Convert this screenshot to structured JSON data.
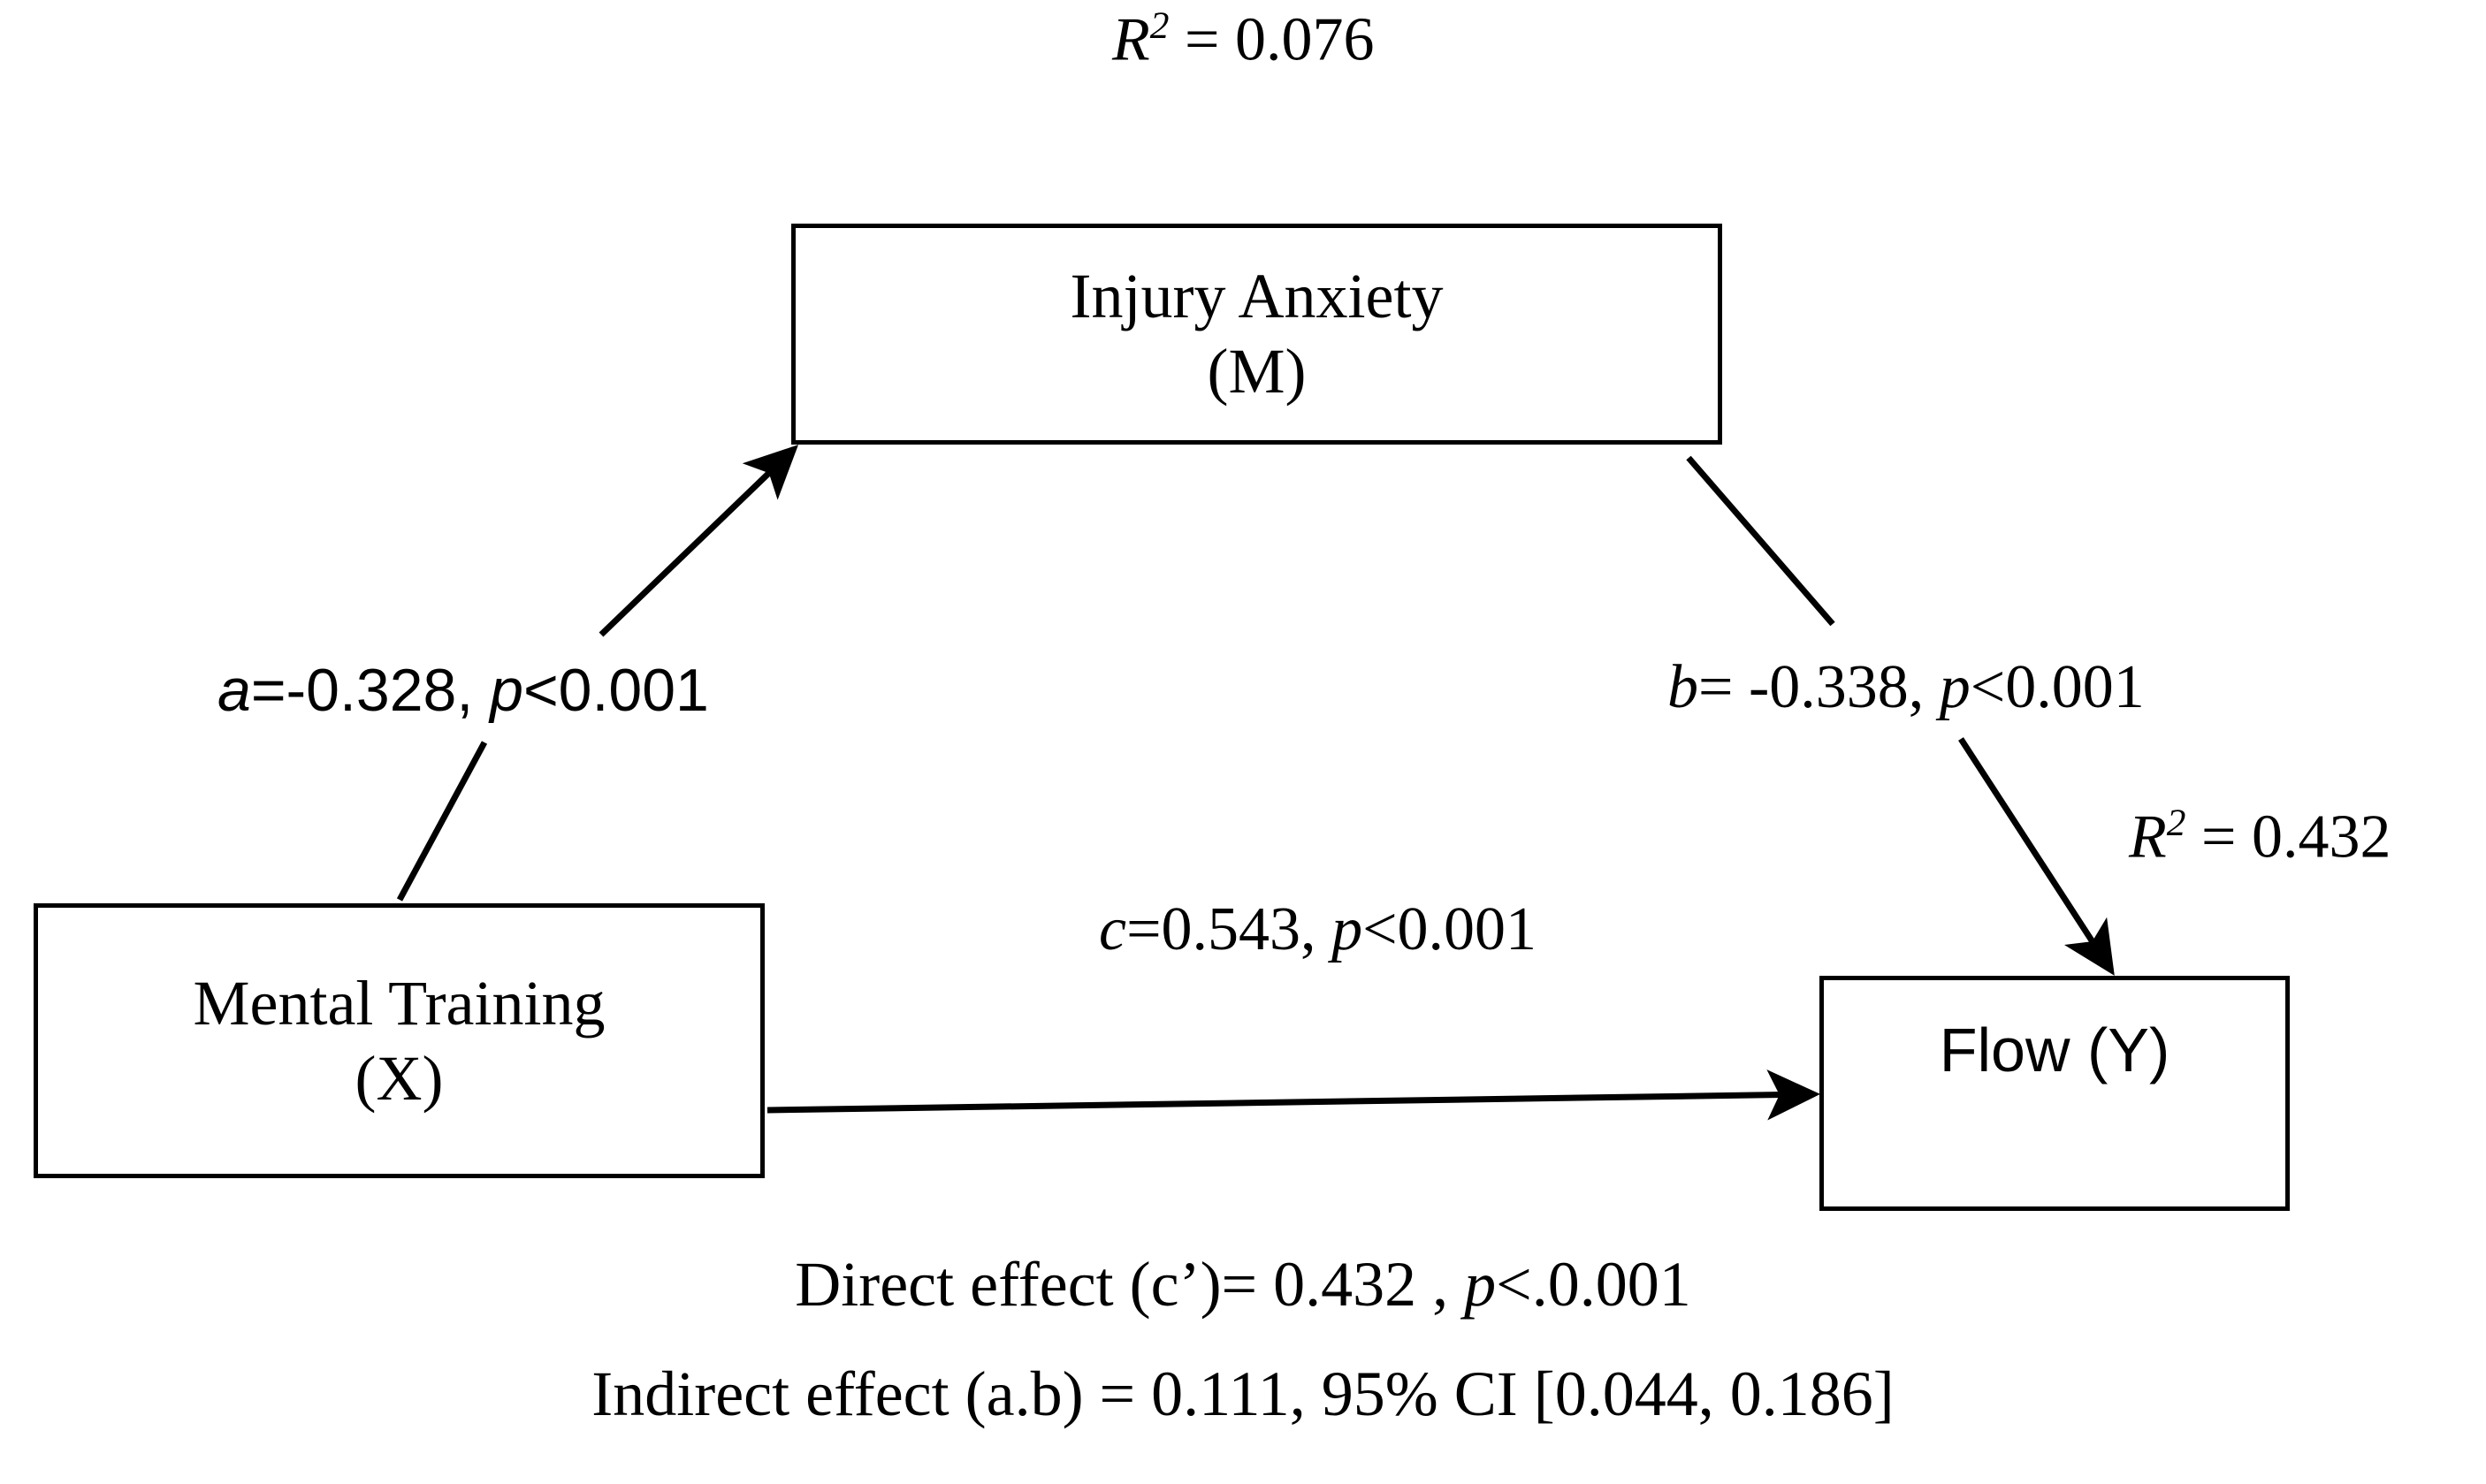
{
  "figure": {
    "type": "mediation-path-diagram",
    "background_color": "#ffffff",
    "line_color": "#000000"
  },
  "nodes": {
    "mediator": {
      "label_line1": "Injury Anxiety",
      "label_line2": "(M)",
      "variable_role": "M"
    },
    "predictor": {
      "label_line1": "Mental Training",
      "label_line2": "(X)",
      "variable_role": "X"
    },
    "outcome": {
      "label_line1": "Flow (Y)",
      "variable_role": "Y"
    }
  },
  "paths": {
    "a": {
      "coef_symbol": "a",
      "text_before": "=-0.328, ",
      "p_symbol": "p",
      "p_text": "<0.001",
      "full_text": "a=-0.328, p<0.001"
    },
    "b": {
      "coef_symbol": "b",
      "text_before": "= -0.338, ",
      "p_symbol": "p",
      "p_text": "<0.001",
      "full_text": "b= -0.338, p<0.001"
    },
    "c": {
      "coef_symbol": "c",
      "text_before": "=0.543, ",
      "p_symbol": "p",
      "p_text": "<0.001",
      "full_text": "c=0.543, p<0.001"
    }
  },
  "r_squared": {
    "mediator": {
      "symbol": "R",
      "exponent": "2",
      "value_text": " = 0.076",
      "full_text": "R2 = 0.076"
    },
    "outcome": {
      "symbol": "R",
      "exponent": "2",
      "value_text": " = 0.432",
      "full_text": "R2 = 0.432"
    }
  },
  "effects": {
    "direct": {
      "prefix": "Direct effect (c’)= 0.432 , ",
      "p_symbol": "p",
      "suffix": "<.0.001",
      "full_text": "Direct effect (c’)= 0.432 , p<.0.001"
    },
    "indirect": {
      "full_text": "Indirect effect (a.b) = 0.111, 95% CI [0.044, 0.186]"
    }
  },
  "chart_data": {
    "type": "diagram",
    "title": "",
    "variables": [
      {
        "id": "X",
        "name": "Mental Training"
      },
      {
        "id": "M",
        "name": "Injury Anxiety"
      },
      {
        "id": "Y",
        "name": "Flow"
      }
    ],
    "edges": [
      {
        "from": "X",
        "to": "M",
        "label": "a",
        "coefficient": -0.328,
        "p": "<0.001"
      },
      {
        "from": "M",
        "to": "Y",
        "label": "b",
        "coefficient": -0.338,
        "p": "<0.001"
      },
      {
        "from": "X",
        "to": "Y",
        "label": "c",
        "coefficient": 0.543,
        "p": "<0.001"
      }
    ],
    "fit": [
      {
        "target": "M",
        "r_squared": 0.076
      },
      {
        "target": "Y",
        "r_squared": 0.432
      }
    ],
    "effects": [
      {
        "name": "Direct effect (c')",
        "value": 0.432,
        "p": "<.0.001"
      },
      {
        "name": "Indirect effect (a.b)",
        "value": 0.111,
        "ci_level": "95%",
        "ci_low": 0.044,
        "ci_high": 0.186
      }
    ]
  }
}
